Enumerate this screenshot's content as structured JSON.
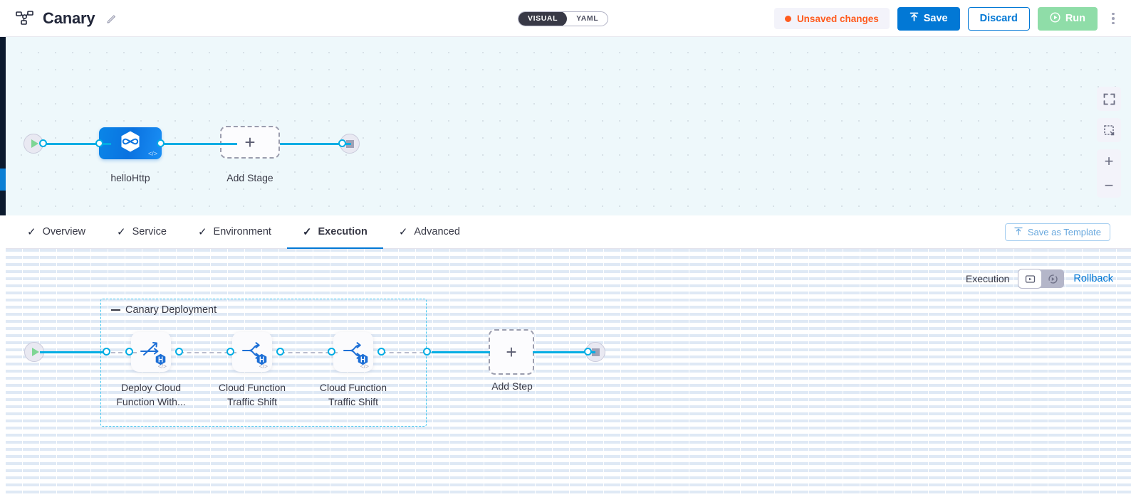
{
  "header": {
    "pipeline_icon": "pipeline-icon",
    "title": "Canary",
    "edit_icon": "pencil-icon",
    "view_toggle": {
      "options": [
        "VISUAL",
        "YAML"
      ],
      "selected": "VISUAL"
    },
    "unsaved_label": "Unsaved changes",
    "save_label": "Save",
    "discard_label": "Discard",
    "run_label": "Run",
    "more_icon": "kebab-menu-icon",
    "accent_blue": "#0278d5",
    "warning_orange": "#ff5b1e",
    "run_green": "#8fdda8"
  },
  "stage_canvas": {
    "start_icon": "play-start-icon",
    "end_icon": "stop-end-icon",
    "stage": {
      "name": "helloHttp",
      "icon": "harness-service-icon",
      "code_glyph": "</>"
    },
    "add_stage_label": "Add Stage",
    "add_stage_icon": "plus-icon",
    "controls": {
      "fullscreen_icon": "fullscreen-icon",
      "fit_icon": "fit-to-screen-icon",
      "zoom_in_icon": "plus-icon",
      "zoom_out_icon": "minus-icon"
    }
  },
  "tabs": [
    {
      "label": "Overview",
      "check": "✓",
      "active": false
    },
    {
      "label": "Service",
      "check": "✓",
      "active": false
    },
    {
      "label": "Environment",
      "check": "✓",
      "active": false
    },
    {
      "label": "Execution",
      "check": "✓",
      "active": true
    },
    {
      "label": "Advanced",
      "check": "✓",
      "active": false
    }
  ],
  "save_template": {
    "label": "Save as Template",
    "icon": "template-upload-icon"
  },
  "execution_bar": {
    "label": "Execution",
    "mode_buttons": [
      {
        "name": "execution-mode-icon",
        "selected": true
      },
      {
        "name": "rollback-mode-icon",
        "selected": false
      }
    ],
    "rollback_label": "Rollback"
  },
  "execution_canvas": {
    "start_icon": "play-start-icon",
    "end_icon": "stop-end-icon",
    "group": {
      "title": "Canary Deployment",
      "collapse_icon": "minus-icon",
      "steps": [
        {
          "label_line1": "Deploy Cloud",
          "label_line2": "Function With...",
          "icon": "deploy-cloud-function-icon",
          "badge": "harness-hex-badge",
          "code_glyph": "</>"
        },
        {
          "label_line1": "Cloud Function",
          "label_line2": "Traffic Shift",
          "icon": "traffic-shift-icon",
          "badge": "harness-hex-badge",
          "code_glyph": "</>"
        },
        {
          "label_line1": "Cloud Function",
          "label_line2": "Traffic Shift",
          "icon": "traffic-shift-icon",
          "badge": "harness-hex-badge",
          "code_glyph": "</>"
        }
      ]
    },
    "add_step_label": "Add Step",
    "add_step_icon": "plus-icon"
  }
}
